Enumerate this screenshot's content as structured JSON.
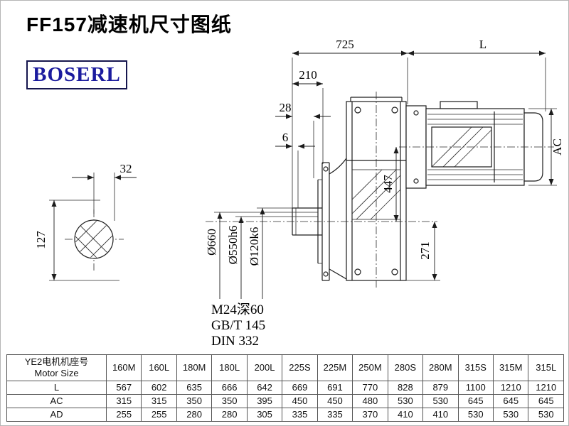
{
  "title": "FF157减速机尺寸图纸",
  "logo": "BOSERL",
  "drawing": {
    "dims": {
      "top_width": "725",
      "motor_length": "L",
      "d210": "210",
      "d28": "28",
      "d6": "6",
      "ac": "AC",
      "d447": "447",
      "d271": "271",
      "d32": "32",
      "d127": "127",
      "flange_dia": "Ø660",
      "spigot_dia": "Ø550h6",
      "shaft_dia": "Ø120k6"
    },
    "notes": [
      "M24深60",
      "GB/T 145",
      "DIN 332"
    ]
  },
  "table": {
    "header_col": {
      "line1": "YE2电机机座号",
      "line2": "Motor Size"
    },
    "columns": [
      "160M",
      "160L",
      "180M",
      "180L",
      "200L",
      "225S",
      "225M",
      "250M",
      "280S",
      "280M",
      "315S",
      "315M",
      "315L"
    ],
    "rows": [
      {
        "label": "L",
        "values": [
          "567",
          "602",
          "635",
          "666",
          "642",
          "669",
          "691",
          "770",
          "828",
          "879",
          "1100",
          "1210",
          "1210"
        ]
      },
      {
        "label": "AC",
        "values": [
          "315",
          "315",
          "350",
          "350",
          "395",
          "450",
          "450",
          "480",
          "530",
          "530",
          "645",
          "645",
          "645"
        ]
      },
      {
        "label": "AD",
        "values": [
          "255",
          "255",
          "280",
          "280",
          "305",
          "335",
          "335",
          "370",
          "410",
          "410",
          "530",
          "530",
          "530"
        ]
      }
    ]
  }
}
